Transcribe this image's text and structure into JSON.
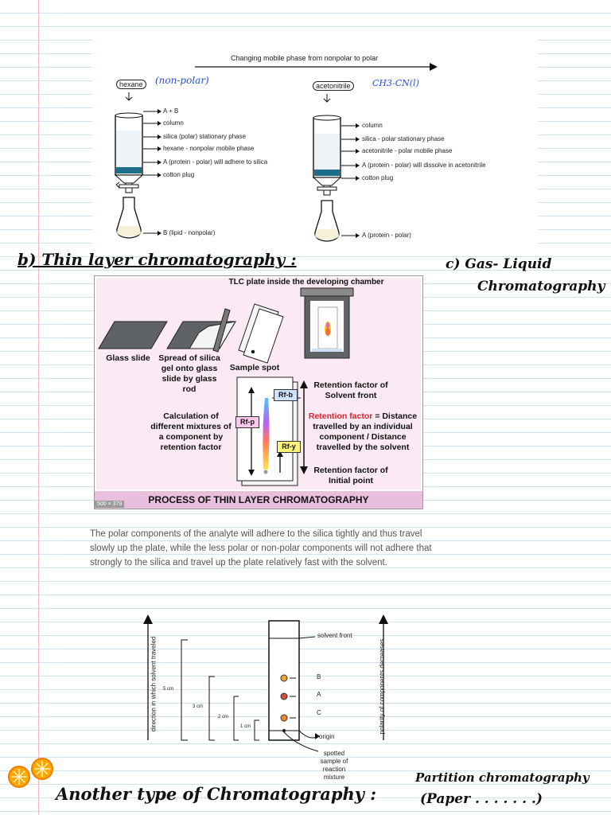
{
  "column_diagram": {
    "title": "Changing mobile phase from nonpolar to polar",
    "left": {
      "solvent_box": "hexane",
      "solvent_note": "(non-polar)",
      "labels": [
        "A + B",
        "column",
        "silica (polar) stationary phase",
        "hexane - nonpolar mobile phase",
        "A (protein - polar) will adhere to silica",
        "cotton plug"
      ],
      "flask_label": "B (lipid - nonpolar)"
    },
    "right": {
      "solvent_box": "acetonitrile",
      "solvent_note": "CH3-CN(l)",
      "labels": [
        "column",
        "silica - polar stationary phase",
        "acetonitrile - polar mobile phase",
        "A (protein - polar) will dissolve in acetonitrile",
        "cotton plug"
      ],
      "flask_label": "A (protein - polar)"
    }
  },
  "notes": {
    "b_heading": "b) Thin layer chromatography :",
    "c_heading_1": "c) Gas- Liquid",
    "c_heading_2": "Chromatography",
    "bottom_note": "Another type of Chromatography :",
    "bottom_note_2a": "Partition chromatography",
    "bottom_note_2b": "(Paper . . . . . . .)"
  },
  "tlc_figure": {
    "top_title": "TLC plate inside the developing chamber",
    "glass_slide": "Glass slide",
    "spread": "Spread of silica gel onto glass slide by glass rod",
    "sample_spot": "Sample spot",
    "calc": "Calculation of different mixtures of a component by retention factor",
    "rf_solvent_front": "Retention factor of Solvent front",
    "rf_def_red": "Retention factor",
    "rf_def_rest": " = Distance travelled by an individual component / Distance travelled by the solvent",
    "rf_initial": "Retention factor of Initial point",
    "rfb": "Rf-b",
    "rfp": "Rf-p",
    "rfy": "Rf-y",
    "footer": "PROCESS OF THIN LAYER CHROMATOGRAPHY",
    "size_badge": "500 × 379"
  },
  "paragraph": "The polar components of the analyte will adhere to the silica tightly and thus travel slowly up the plate, while the less polar or non-polar components will not adhere that strongly to the silica and travel up the plate relatively fast with the solvent.",
  "plate_diagram": {
    "left_axis": "direction in which solvent traveled",
    "right_axis": "polarity of components decreases",
    "solvent_front": "solvent front",
    "spot_b": "B",
    "spot_a": "A",
    "spot_c": "C",
    "origin": "origin",
    "spotted": "spotted sample of reaction mixture",
    "d5": "5 cm",
    "d3": "3 cm",
    "d2": "2 cm",
    "d1": "1 cm"
  }
}
